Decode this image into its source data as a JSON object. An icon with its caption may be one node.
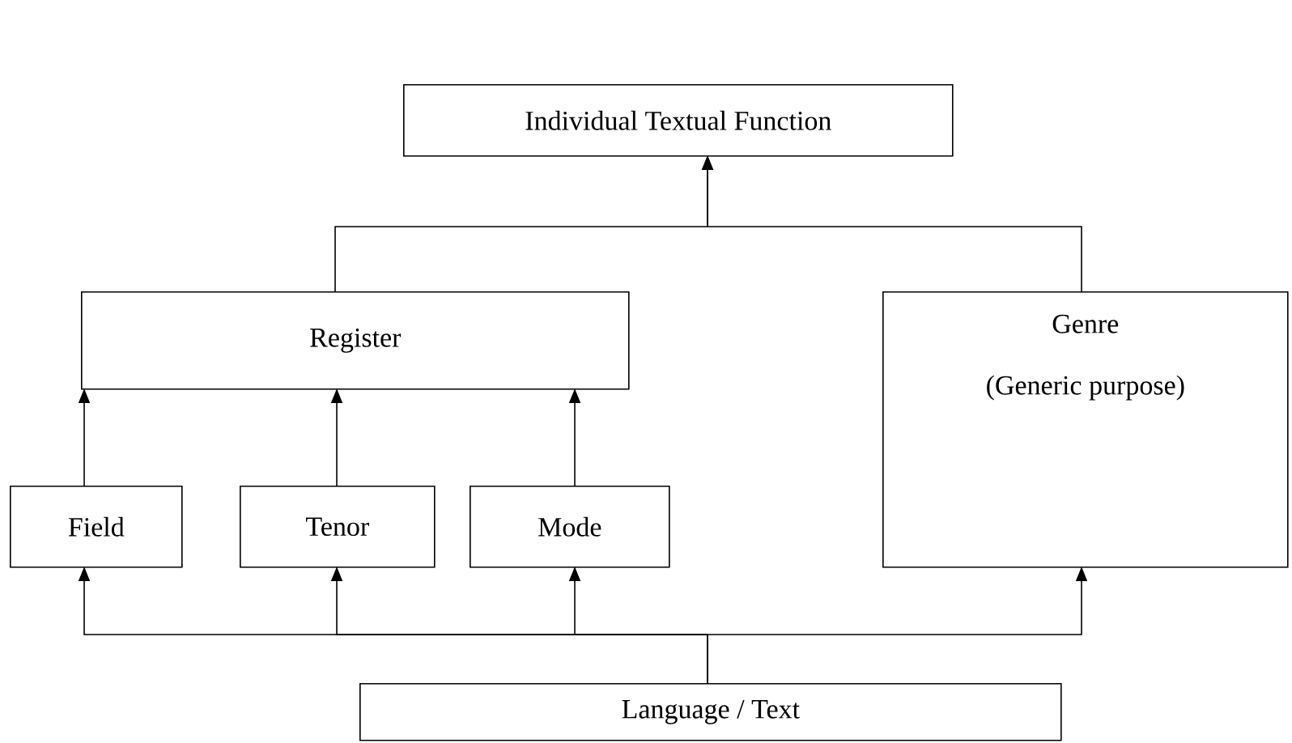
{
  "diagram": {
    "nodes": [
      {
        "text": [
          "Individual Textual Function"
        ]
      },
      {
        "text": [
          "Register"
        ]
      },
      {
        "text": [
          "Genre",
          "(Generic purpose)"
        ]
      },
      {
        "text": [
          "Field"
        ]
      },
      {
        "text": [
          "Tenor"
        ]
      },
      {
        "text": [
          "Mode"
        ]
      },
      {
        "text": [
          "Language / Text"
        ]
      }
    ],
    "edges": [
      {
        "from": 1,
        "to": 0,
        "arrow": "to"
      },
      {
        "from": 2,
        "to": 0,
        "arrow": "to"
      },
      {
        "from": 3,
        "to": 1,
        "arrow": "to"
      },
      {
        "from": 4,
        "to": 1,
        "arrow": "to"
      },
      {
        "from": 5,
        "to": 1,
        "arrow": "to"
      },
      {
        "from": 6,
        "to": 3,
        "arrow": "to"
      },
      {
        "from": 6,
        "to": 4,
        "arrow": "to"
      },
      {
        "from": 6,
        "to": 5,
        "arrow": "to"
      },
      {
        "from": 6,
        "to": 2,
        "arrow": "to"
      }
    ]
  }
}
